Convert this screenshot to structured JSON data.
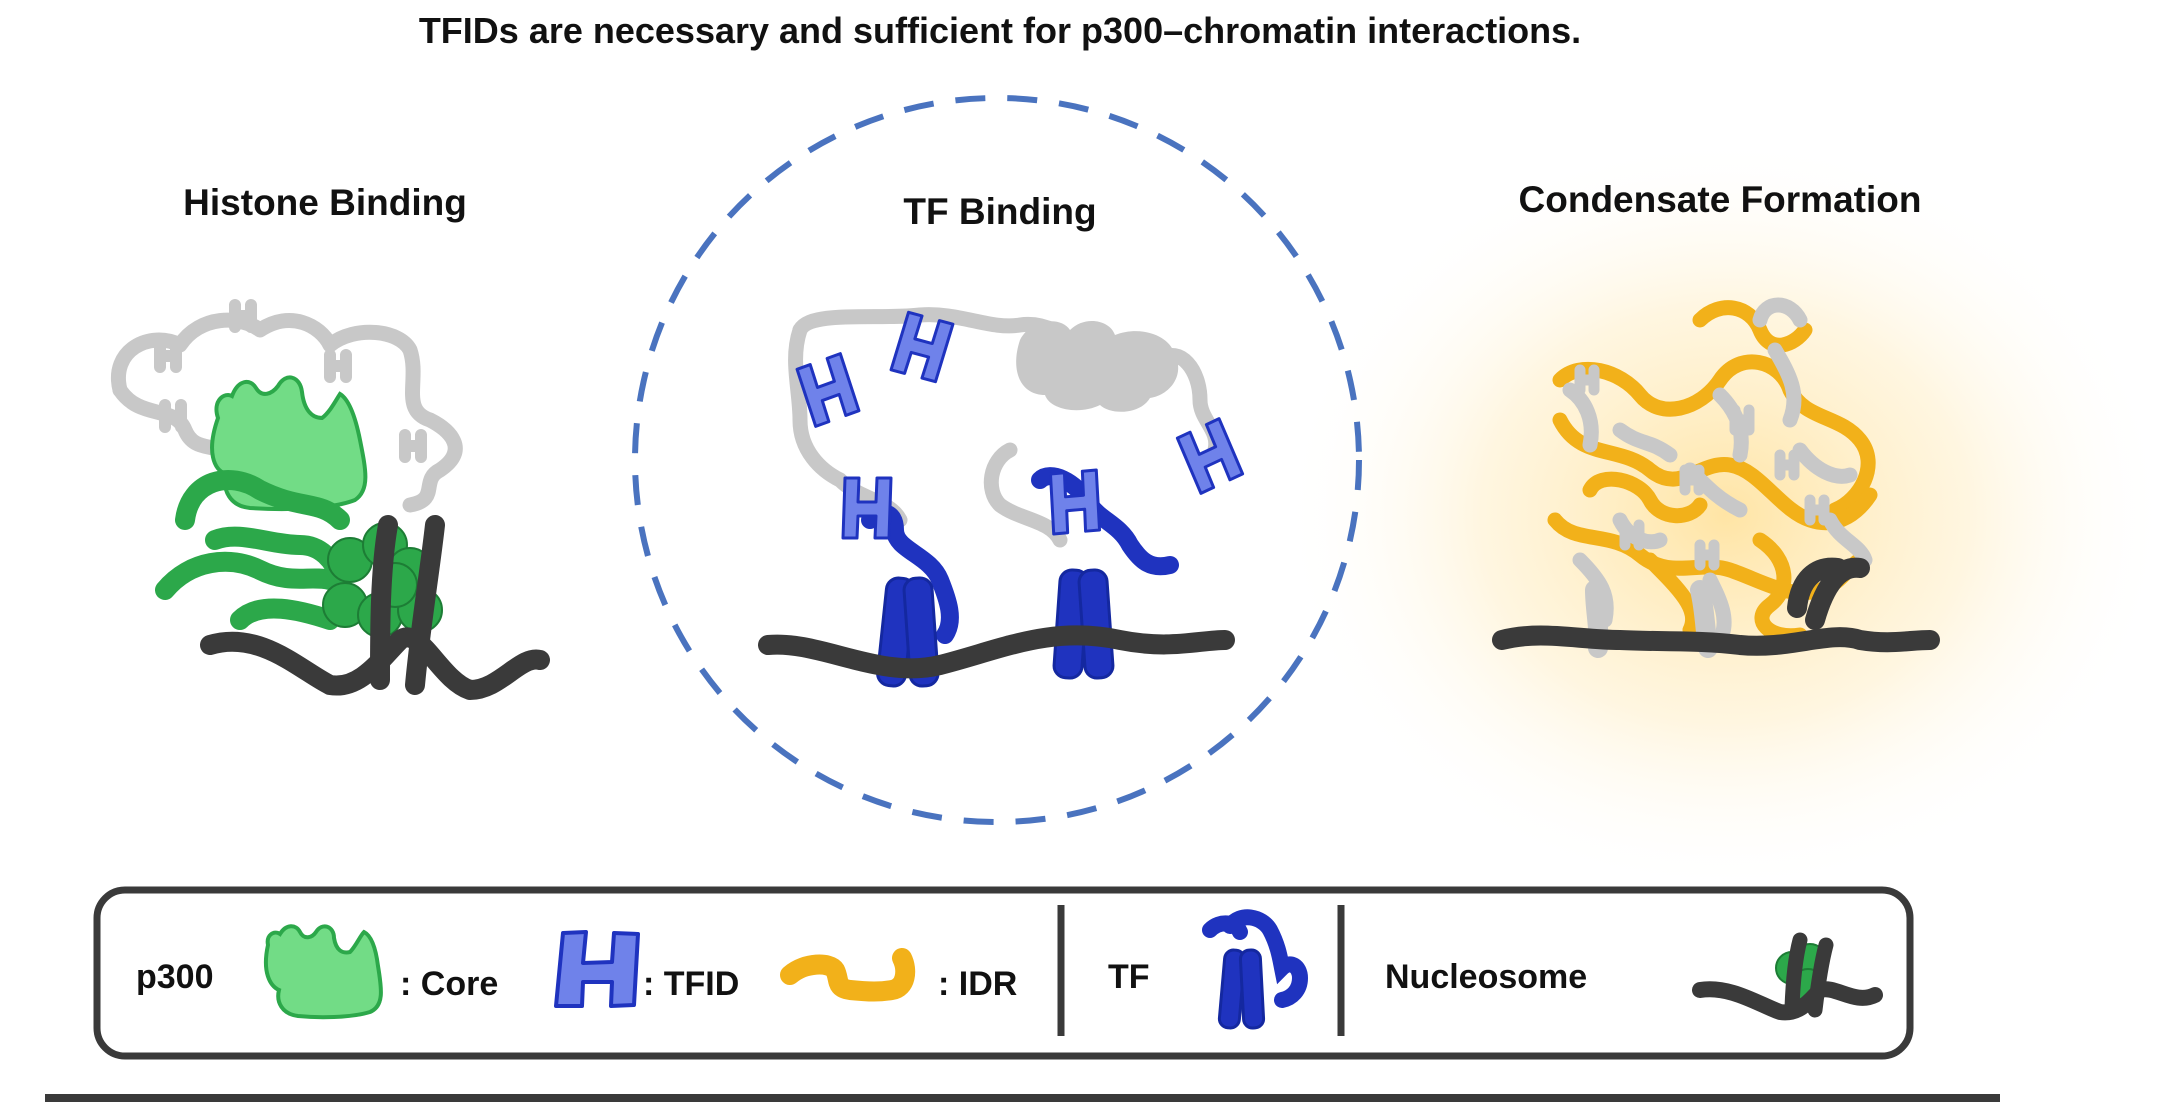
{
  "title": "TFIDs are necessary and sufficient for p300–chromatin interactions.",
  "panels": {
    "histone": {
      "label": "Histone Binding"
    },
    "tf": {
      "label": "TF Binding"
    },
    "condensate": {
      "label": "Condensate Formation"
    }
  },
  "legend": {
    "p300_label": "p300",
    "core_label": ": Core",
    "tfid_label": ": TFID",
    "idr_label": ": IDR",
    "tf_label": "TF",
    "nucleosome_label": "Nucleosome"
  },
  "colors": {
    "core_fill": "#72dc86",
    "core_dark": "#2ca84a",
    "tfid_fill": "#6f82ea",
    "tf_dark": "#1f33bf",
    "idr": "#f2b11a",
    "gray_idr": "#c8c8c8",
    "dna": "#3a3a3a",
    "dashed_circle": "#4a73bf",
    "glow": "#ffe6a8"
  }
}
